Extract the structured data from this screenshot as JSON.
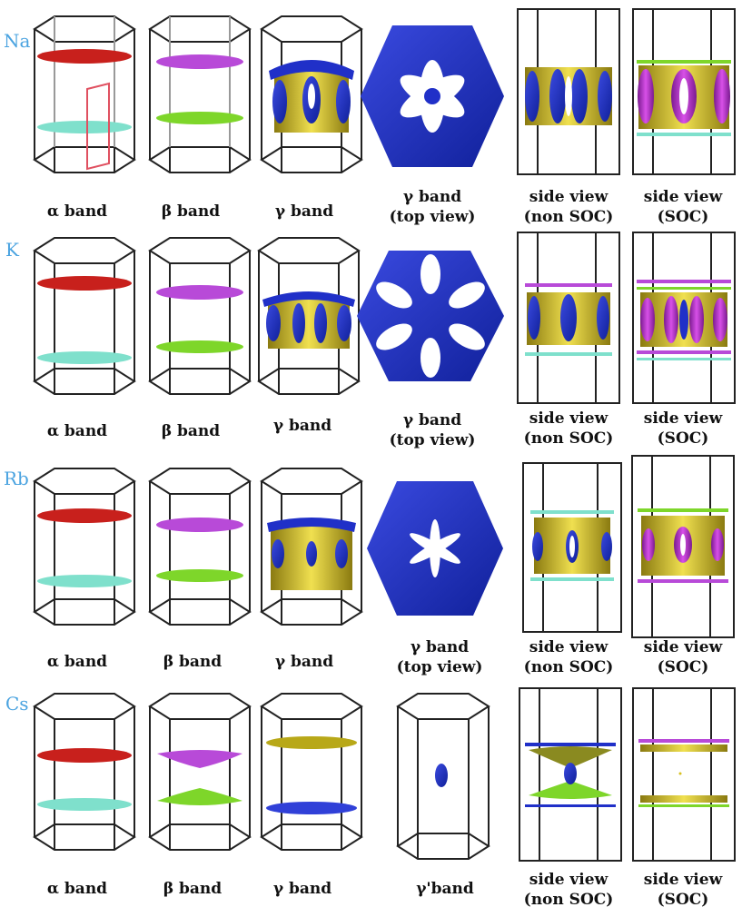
{
  "rows": [
    {
      "element": "Na",
      "labels": [
        [
          "α band"
        ],
        [
          "β band"
        ],
        [
          "γ band"
        ],
        [
          "γ band",
          "(top view)"
        ],
        [
          "side view",
          "(non SOC)"
        ],
        [
          "side view",
          "(SOC)"
        ]
      ]
    },
    {
      "element": "K",
      "labels": [
        [
          "α band"
        ],
        [
          "β band"
        ],
        [
          "γ band"
        ],
        [
          "γ band",
          "(top view)"
        ],
        [
          "side view",
          "(non SOC)"
        ],
        [
          "side view",
          "(SOC)"
        ]
      ]
    },
    {
      "element": "Rb",
      "labels": [
        [
          "α band"
        ],
        [
          "β band"
        ],
        [
          "γ band"
        ],
        [
          "γ band",
          "(top view)"
        ],
        [
          "side view",
          "(non SOC)"
        ],
        [
          "side view",
          "(SOC)"
        ]
      ]
    },
    {
      "element": "Cs",
      "labels": [
        [
          "α band"
        ],
        [
          "β band"
        ],
        [
          "γ band"
        ],
        [
          "γ'band"
        ],
        [
          "side view",
          "(non SOC)"
        ],
        [
          "side view",
          "(SOC)"
        ]
      ]
    }
  ],
  "colors": {
    "element_label": "#4aa3e0",
    "alpha_sheet": "#c8201c",
    "alpha_lower_sheet": "#7fe0cc",
    "beta_sheet": "#b84ad8",
    "beta_lower_sheet": "#7ed62a",
    "gamma_blue": "#2030c8",
    "gamma_yellow": "#d8c020",
    "gamma_magenta": "#b030c0",
    "brillouin_zone_edge": "#222222",
    "unit_cell_outline": "#e05060"
  }
}
